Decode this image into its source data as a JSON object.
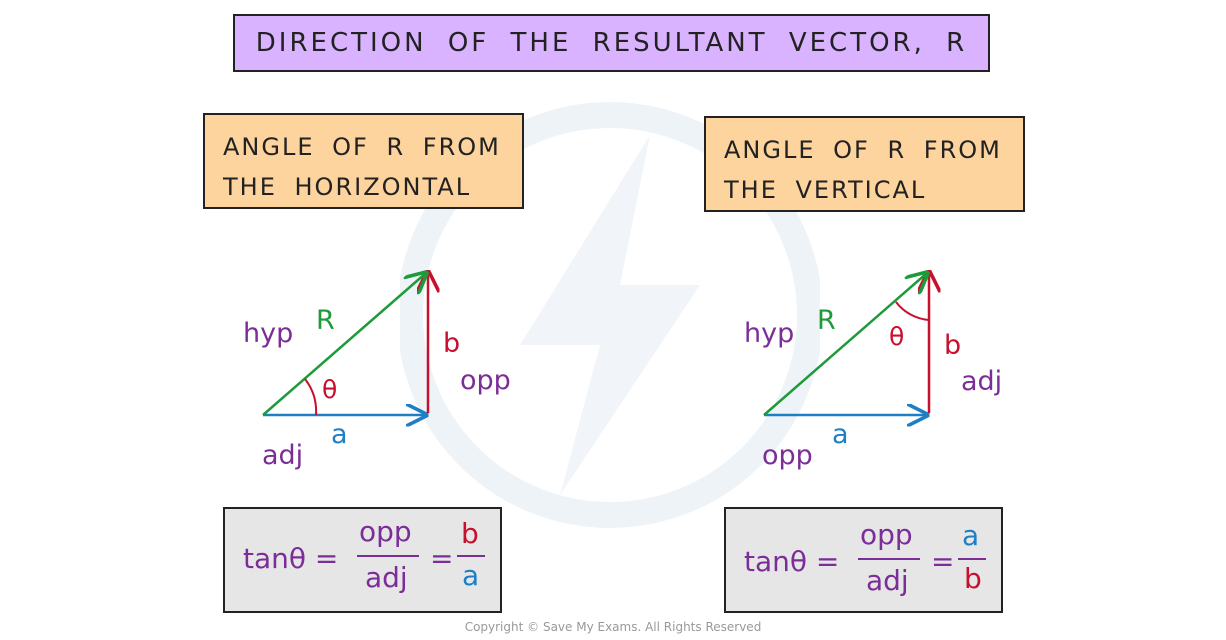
{
  "title": "DIRECTION OF THE RESULTANT VECTOR, R",
  "left": {
    "heading_line1": "ANGLE OF R FROM",
    "heading_line2": "THE HORIZONTAL",
    "hyp": "hyp",
    "R": "R",
    "theta": "θ",
    "b": "b",
    "opp": "opp",
    "a": "a",
    "adj": "adj",
    "formula": {
      "lhs": "tanθ =",
      "num1": "opp",
      "den1": "adj",
      "eq": "=",
      "num2": "b",
      "den2": "a"
    }
  },
  "right": {
    "heading_line1": "ANGLE OF R FROM",
    "heading_line2": "THE VERTICAL",
    "hyp": "hyp",
    "R": "R",
    "theta": "θ",
    "b": "b",
    "adj": "adj",
    "a": "a",
    "opp": "opp",
    "formula": {
      "lhs": "tanθ =",
      "num1": "opp",
      "den1": "adj",
      "eq": "=",
      "num2": "a",
      "den2": "b"
    }
  },
  "copyright": "Copyright © Save My Exams. All Rights Reserved",
  "colors": {
    "title_bg": "#d9b3ff",
    "heading_bg": "#fdd49e",
    "formula_bg": "#e6e6e6",
    "hypotenuse": "#1f9a3a",
    "vertical_side": "#c8102e",
    "horizontal_side": "#1d7fc4",
    "side_names": "#7b2d98"
  }
}
